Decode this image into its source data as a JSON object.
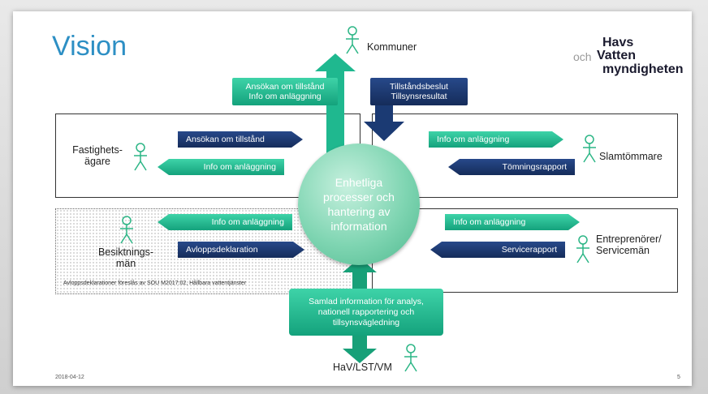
{
  "slide": {
    "title": "Vision",
    "logo": {
      "line1": "Havs",
      "och": "och",
      "line2": "Vatten",
      "line3": "myndigheten"
    },
    "date": "2018-04-12",
    "page_number": "5",
    "footnote": "Avloppsdeklarationer föreslås av SOU M2017:02, Hållbara vattentjänster"
  },
  "actors": {
    "kommuner": "Kommuner",
    "fastighet_line1": "Fastighets-",
    "fastighet_line2": "ägare",
    "slamtommare": "Slamtömmare",
    "besiktning_line1": "Besiktnings-",
    "besiktning_line2": "män",
    "entreprenor_line1": "Entreprenörer/",
    "entreprenor_line2": "Servicemän",
    "hav": "HaV/LST/VM"
  },
  "top": {
    "up_line1": "Ansökan om tillstånd",
    "up_line2": "Info om anläggning",
    "down_line1": "Tillståndsbeslut",
    "down_line2": "Tillsynsresultat"
  },
  "center": {
    "line1": "Enhetliga",
    "line2": "processer och",
    "line3": "hantering av",
    "line4": "information"
  },
  "arrows": {
    "fast_ansokan": "Ansökan om tillstånd",
    "fast_info": "Info om anläggning",
    "slam_info": "Info om anläggning",
    "slam_tomning": "Tömningsrapport",
    "besikt_info": "Info om anläggning",
    "besikt_avlopp": "Avloppsdeklaration",
    "entr_info": "Info om anläggning",
    "entr_service": "Servicerapport"
  },
  "bottom": {
    "line1": "Samlad information för analys,",
    "line2": "nationell rapportering och",
    "line3": "tillsynsvägledning"
  },
  "colors": {
    "title": "#2d8fc4",
    "navy": "#1b3a73",
    "green": "#1fb88f",
    "circle": "#7fd5b2"
  }
}
